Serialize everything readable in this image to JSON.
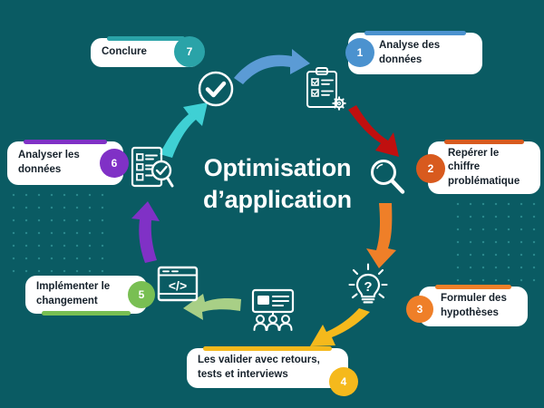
{
  "title": {
    "line1": "Optimisation",
    "line2": "d’application"
  },
  "colors": {
    "background": "#0a5b63",
    "card": "#ffffff",
    "text": "#16212b",
    "step1": "#4b92cf",
    "step2": "#d85a1e",
    "step3": "#ef7f28",
    "step4": "#f5b91c",
    "step5": "#79bf53",
    "step6": "#8031c6",
    "step7": "#2aa3a8",
    "arrow_blue": "#5b9bd5",
    "arrow_red": "#c00f0f",
    "arrow_orange": "#ef7f28",
    "arrow_yellow": "#f5b91c",
    "arrow_green": "#a8cf86",
    "arrow_purple": "#8031c6",
    "arrow_cyan": "#3fd0d4",
    "dots": "#2e8f92"
  },
  "steps": [
    {
      "number": "1",
      "label": "Analyse des données",
      "color": "#4b92cf",
      "icon": "clipboard-checklist-gear-icon"
    },
    {
      "number": "2",
      "label": "Repérer le chiffre problématique",
      "color": "#d85a1e",
      "icon": "magnifying-glass-icon"
    },
    {
      "number": "3",
      "label": "Formuler des hypothèses",
      "color": "#ef7f28",
      "icon": "lightbulb-question-icon"
    },
    {
      "number": "4",
      "label": "Les valider avec retours, tests et interviews",
      "color": "#f5b91c",
      "icon": "presentation-audience-icon"
    },
    {
      "number": "5",
      "label": "Implémenter le changement",
      "color": "#79bf53",
      "icon": "code-window-icon"
    },
    {
      "number": "6",
      "label": "Analyser les données",
      "color": "#8031c6",
      "icon": "checklist-magnifier-icon"
    },
    {
      "number": "7",
      "label": "Conclure",
      "color": "#2aa3a8",
      "icon": "check-circle-icon"
    }
  ]
}
